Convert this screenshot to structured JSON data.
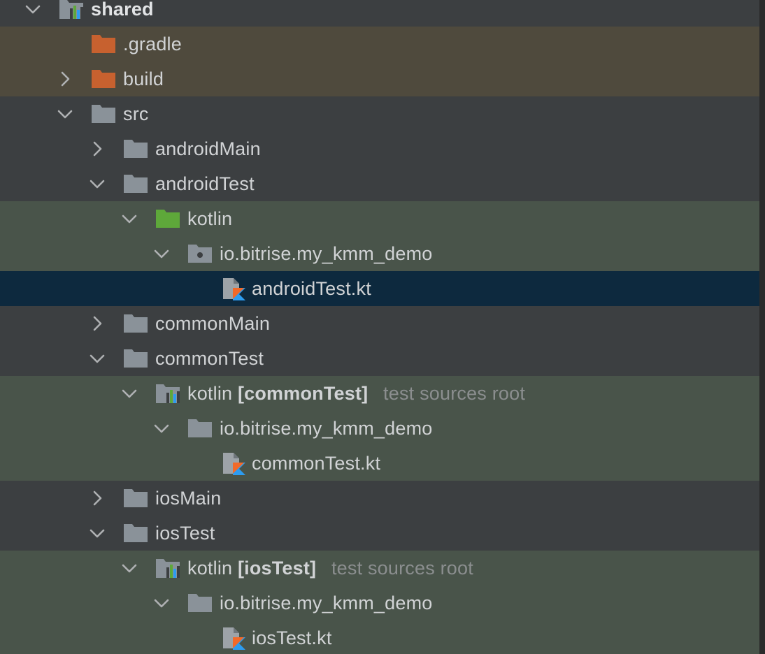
{
  "tree": {
    "root": {
      "label": "shared",
      "icon": "module-icon",
      "expanded": true
    },
    "rows": [
      {
        "label": ".gradle",
        "icon": "folder-excluded-icon",
        "expanded": null
      },
      {
        "label": "build",
        "icon": "folder-excluded-icon",
        "expanded": false
      },
      {
        "label": "src",
        "icon": "folder-icon",
        "expanded": true
      },
      {
        "label": "androidMain",
        "icon": "folder-icon",
        "expanded": false
      },
      {
        "label": "androidTest",
        "icon": "folder-icon",
        "expanded": true
      },
      {
        "label": "kotlin",
        "icon": "folder-test-source-icon",
        "expanded": true
      },
      {
        "label": "io.bitrise.my_kmm_demo",
        "icon": "package-icon",
        "expanded": true
      },
      {
        "label": "androidTest.kt",
        "icon": "kotlin-file-icon",
        "selected": true
      },
      {
        "label": "commonMain",
        "icon": "folder-icon",
        "expanded": false
      },
      {
        "label": "commonTest",
        "icon": "folder-icon",
        "expanded": true
      },
      {
        "label": "kotlin",
        "tag": "[commonTest]",
        "hint": "test sources root",
        "icon": "module-test-root-icon",
        "expanded": true
      },
      {
        "label": "io.bitrise.my_kmm_demo",
        "icon": "folder-icon",
        "expanded": true
      },
      {
        "label": "commonTest.kt",
        "icon": "kotlin-file-icon"
      },
      {
        "label": "iosMain",
        "icon": "folder-icon",
        "expanded": false
      },
      {
        "label": "iosTest",
        "icon": "folder-icon",
        "expanded": true
      },
      {
        "label": "kotlin",
        "tag": "[iosTest]",
        "hint": "test sources root",
        "icon": "module-test-root-icon",
        "expanded": true
      },
      {
        "label": "io.bitrise.my_kmm_demo",
        "icon": "folder-icon",
        "expanded": true
      },
      {
        "label": "iosTest.kt",
        "icon": "kotlin-file-icon"
      }
    ]
  },
  "colors": {
    "background": "#3c3f41",
    "excluded_row": "#4f4a3d",
    "test_row": "#49544a",
    "selected_row": "#0d293e",
    "text": "#d1d3d5",
    "hint_text": "#8b8e8f",
    "folder_gray": "#8a9299",
    "folder_excluded": "#c7612f",
    "folder_test": "#5ea83a",
    "kotlin_accent_orange": "#f26a2a",
    "kotlin_accent_blue": "#2d9cf0"
  }
}
